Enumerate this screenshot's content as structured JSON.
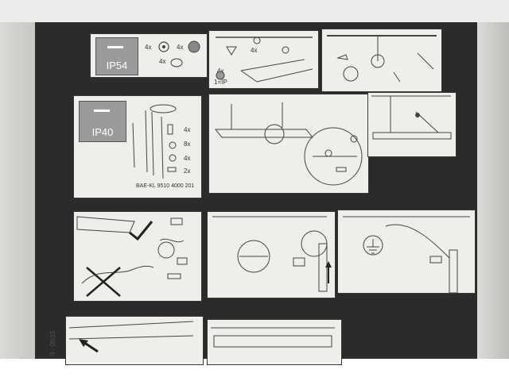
{
  "label_ip54": "IP54",
  "label_ip40": "IP40",
  "qty_4x_a": "4x",
  "qty_4x_b": "4x",
  "qty_4x_c": "4x",
  "qty_4x_d": "4x",
  "qty_8x": "8x",
  "qty_4x_e": "4x",
  "qty_2x": "2x",
  "label_4x_step": "4x",
  "label_4x_step2": "4x",
  "label_1ip": "1=IP",
  "part_number": "BAE-KL 9510 4000 201",
  "side_code": "9 - 05/15"
}
